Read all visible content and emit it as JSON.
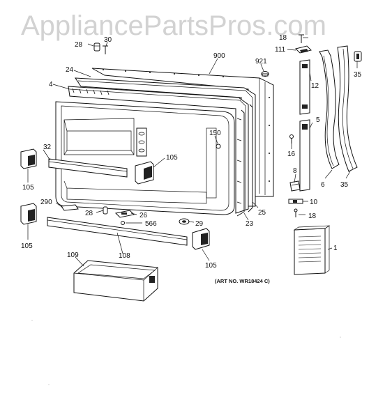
{
  "watermark": "AppliancePartsPros.com",
  "art_number": "(ART NO. WR18424 C)",
  "callouts": {
    "c28a": "28",
    "c30": "30",
    "c900": "900",
    "c921": "921",
    "c18a": "18",
    "c111": "111",
    "c35a": "35",
    "c24": "24",
    "c4": "4",
    "c12": "12",
    "c5": "5",
    "c150": "150",
    "c16": "16",
    "c32": "32",
    "c105a": "105",
    "c105b": "105",
    "c8": "8",
    "c6": "6",
    "c35b": "35",
    "c290": "290",
    "c28b": "28",
    "c26": "26",
    "c10": "10",
    "c25": "25",
    "c18b": "18",
    "c566": "566",
    "c29": "29",
    "c23": "23",
    "c105c": "105",
    "c1": "1",
    "c108": "108",
    "c105d": "105",
    "c109": "109"
  }
}
